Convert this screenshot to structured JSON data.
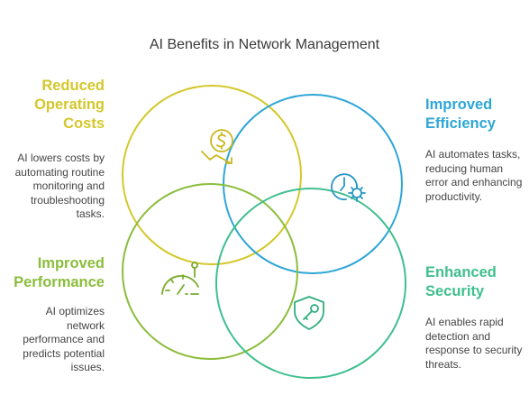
{
  "title": "AI Benefits in Network Management",
  "benefits": [
    {
      "heading_lines": [
        "Reduced",
        "Operating",
        "Costs"
      ],
      "desc_lines": [
        "AI lowers costs by",
        "automating routine",
        "monitoring and",
        "troubleshooting",
        "tasks."
      ],
      "color": "#d4c72a",
      "icon": "dollar-down-icon"
    },
    {
      "heading_lines": [
        "Improved",
        "Efficiency"
      ],
      "desc_lines": [
        "AI automates tasks,",
        "reducing human",
        "error and enhancing",
        "productivity."
      ],
      "color": "#2ea6d6",
      "icon": "clock-gear-icon"
    },
    {
      "heading_lines": [
        "Improved",
        "Performance"
      ],
      "desc_lines": [
        "AI optimizes",
        "network",
        "performance and",
        "predicts potential",
        "issues."
      ],
      "color": "#8bbd3c",
      "icon": "gauge-icon"
    },
    {
      "heading_lines": [
        "Enhanced",
        "Security"
      ],
      "desc_lines": [
        "AI enables rapid",
        "detection and",
        "response to security",
        "threats."
      ],
      "color": "#3fbf8f",
      "icon": "shield-key-icon"
    }
  ]
}
